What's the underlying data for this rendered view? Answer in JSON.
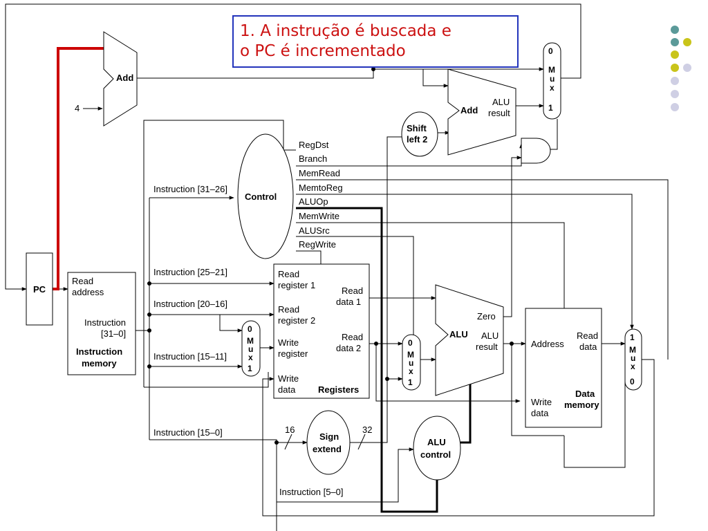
{
  "callout": {
    "line1": "1. A instrução é buscada e",
    "line2": "o PC é incrementado",
    "text_color": "#cc1111",
    "border_color": "#2233bb"
  },
  "highlight_color": "#cc0000",
  "decor_dot_colors": [
    "#5b9a99",
    "#c9c41a",
    "#cfcfe4"
  ],
  "blocks": {
    "pc": "PC",
    "add_top": "Add",
    "add_const": "4",
    "add_branch": "Add",
    "add_branch_out": "ALU",
    "add_branch_out2": "result",
    "shift_1": "Shift",
    "shift_2": "left 2",
    "control": "Control",
    "imem_read": "Read",
    "imem_address": "address",
    "imem_instr": "Instruction",
    "imem_bits": "[31–0]",
    "imem_name1": "Instruction",
    "imem_name2": "memory",
    "reg_read1a": "Read",
    "reg_read1b": "register 1",
    "reg_read2a": "Read",
    "reg_read2b": "register 2",
    "reg_write_a": "Write",
    "reg_write_b": "register",
    "reg_wdata_a": "Write",
    "reg_wdata_b": "data",
    "reg_rd1a": "Read",
    "reg_rd1b": "data 1",
    "reg_rd2a": "Read",
    "reg_rd2b": "data 2",
    "reg_name": "Registers",
    "alu": "ALU",
    "alu_zero": "Zero",
    "alu_res1": "ALU",
    "alu_res2": "result",
    "dmem_address": "Address",
    "dmem_read1": "Read",
    "dmem_read2": "data",
    "dmem_write1": "Write",
    "dmem_write2": "data",
    "dmem_name1": "Data",
    "dmem_name2": "memory",
    "sign1": "Sign",
    "sign2": "extend",
    "aluctl1": "ALU",
    "aluctl2": "control",
    "bus16": "16",
    "bus32": "32"
  },
  "control_signals": [
    "RegDst",
    "Branch",
    "MemRead",
    "MemtoReg",
    "ALUOp",
    "MemWrite",
    "ALUSrc",
    "RegWrite"
  ],
  "instruction_fields": {
    "f31_26": "Instruction [31–26]",
    "f25_21": "Instruction [25–21]",
    "f20_16": "Instruction [20–16]",
    "f15_11": "Instruction [15–11]",
    "f15_0": "Instruction [15–0]",
    "f5_0": "Instruction [5–0]"
  },
  "muxes": {
    "pc_mux": {
      "top": "0",
      "m": "M",
      "u": "u",
      "x": "x",
      "bottom": "1"
    },
    "reg_mux": {
      "top": "0",
      "m": "M",
      "u": "u",
      "x": "x",
      "bottom": "1"
    },
    "alu_mux": {
      "top": "0",
      "m": "M",
      "u": "u",
      "x": "x",
      "bottom": "1"
    },
    "mem_mux": {
      "top": "1",
      "m": "M",
      "u": "u",
      "x": "x",
      "bottom": "0"
    }
  }
}
